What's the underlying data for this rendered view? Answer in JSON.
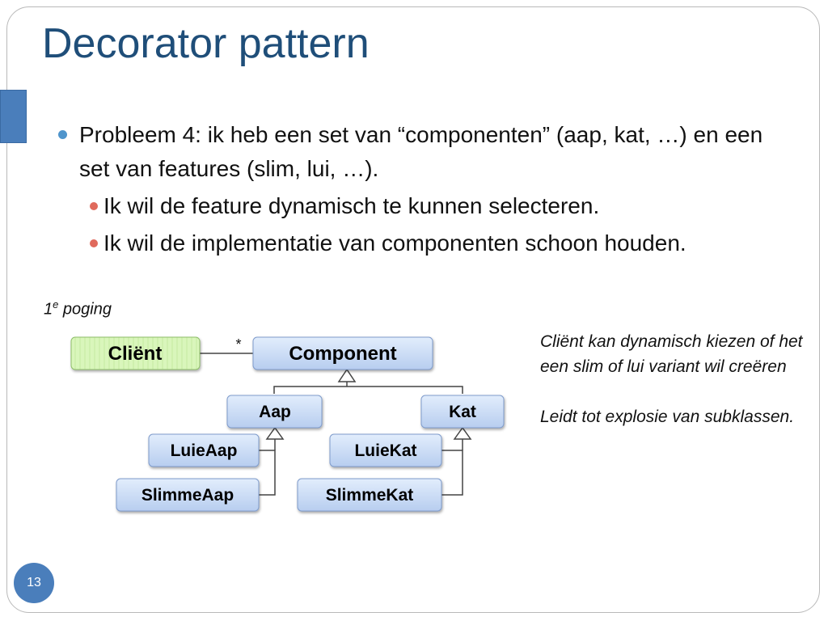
{
  "slide": {
    "title": "Decorator pattern",
    "page_number": "13",
    "bullets": [
      {
        "text": "Probleem 4: ik heb een set van “componenten” (aap, kat, …) en een set van features (slim, lui, …).",
        "sub": [
          "Ik wil de feature dynamisch te kunnen selecteren.",
          "Ik wil de implementatie van componenten schoon houden."
        ]
      }
    ],
    "attempt_label": {
      "main": "1",
      "sup": "e",
      "rest": " poging"
    },
    "side_note": {
      "line1": "Cliënt kan dynamisch kiezen of het een slim of lui variant wil creëren",
      "line2": "Leidt tot explosie van subklassen."
    }
  },
  "diagram": {
    "multiplicity": "*",
    "classes": {
      "client": "Cliënt",
      "component": "Component",
      "aap": "Aap",
      "kat": "Kat",
      "luieaap": "LuieAap",
      "slimmeaap": "SlimmeAap",
      "luiekat": "LuieKat",
      "slimmekat": "SlimmeKat"
    },
    "colors": {
      "client_fill": "#d8f5b8",
      "class_fill": "#c9dcf7",
      "line": "#444444"
    }
  }
}
